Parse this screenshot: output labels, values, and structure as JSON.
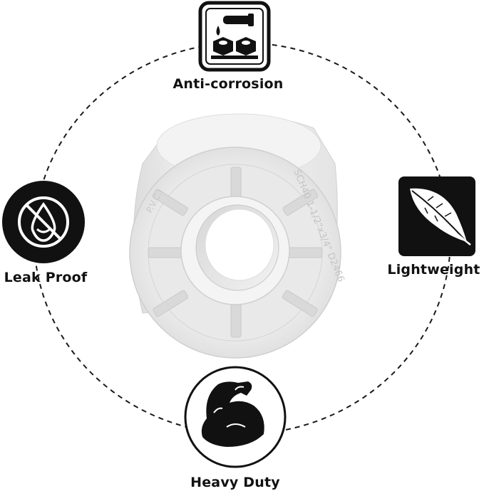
{
  "features": {
    "anti_corrosion": {
      "label": "Anti-corrosion",
      "icon": "anti-corrosion-icon"
    },
    "leak_proof": {
      "label": "Leak Proof",
      "icon": "no-water-drop-icon"
    },
    "lightweight": {
      "label": "Lightweight",
      "icon": "feather-icon"
    },
    "heavy_duty": {
      "label": "Heavy Duty",
      "icon": "flexed-arm-icon"
    }
  },
  "product": {
    "name": "PVC reducer bushing",
    "marking_right": "SCH40 1-1/2\"x3/4\" D2466",
    "marking_left": "P.V.C.I"
  },
  "colors": {
    "icon_bg": "#111111",
    "dash": "#1a1a1a",
    "fitting": "#f1f1f1"
  }
}
